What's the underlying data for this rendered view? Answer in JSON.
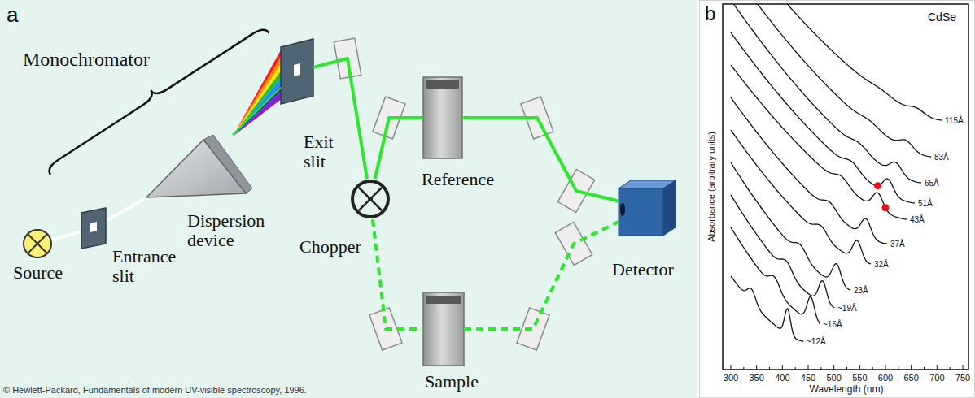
{
  "diagram": {
    "nodes": [
      {
        "text": [
          "Source"
        ]
      },
      {
        "text": [
          "Entrance slit"
        ]
      },
      {
        "text": [
          "Dispersion device"
        ]
      },
      {
        "text": [
          "Exit slit"
        ]
      },
      {
        "text": [
          "Chopper"
        ]
      },
      {
        "text": [
          "Reference"
        ]
      },
      {
        "text": [
          "Sample"
        ]
      },
      {
        "text": [
          "Detector"
        ]
      }
    ],
    "edges": [
      {
        "from": 0,
        "to": 1,
        "arrow": "none"
      },
      {
        "from": 1,
        "to": 2,
        "arrow": "none"
      },
      {
        "from": 2,
        "to": 3,
        "arrow": "none"
      },
      {
        "from": 3,
        "to": 4,
        "arrow": "none"
      },
      {
        "from": 4,
        "to": 5,
        "arrow": "none"
      },
      {
        "from": 5,
        "to": 7,
        "arrow": "none"
      },
      {
        "from": 4,
        "to": 6,
        "arrow": "none"
      },
      {
        "from": 6,
        "to": 7,
        "arrow": "none"
      }
    ],
    "labels": [
      "a",
      "Monochromator",
      "© Hewlett-Packard, Fundamentals of modern UV-visible spectroscopy, 1996.",
      "b",
      "CdSe",
      "Absorbance (arbitrary units)",
      "Wavelength (nm)",
      "300",
      "350",
      "400",
      "450",
      "500",
      "550",
      "600",
      "650",
      "700",
      "750",
      "115Å",
      "83Å",
      "65Å",
      "51Å",
      "43Å",
      "37Å",
      "32Å",
      "23Å",
      "~19Å",
      "~16Å",
      "~12Å"
    ]
  }
}
